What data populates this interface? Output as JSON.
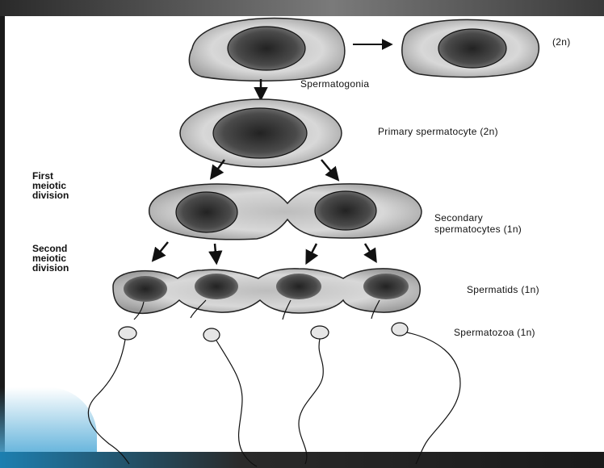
{
  "labels": {
    "diploid_note": "(2n)",
    "spermatogonia": "Spermatogonia",
    "primary": "Primary spermatocyte (2n)",
    "secondary_line1": "Secondary",
    "secondary_line2": "spermatocytes (1n)",
    "spermatids": "Spermatids (1n)",
    "spermatozoa": "Spermatozoa (1n)"
  },
  "stages": {
    "first_division": [
      "First",
      "meiotic",
      "division"
    ],
    "second_division": [
      "Second",
      "meiotic",
      "division"
    ]
  },
  "colors": {
    "ink": "#1a1a1a",
    "cell_fill": "#d9d9d9",
    "nucleus_fill": "#3a3a3a"
  }
}
